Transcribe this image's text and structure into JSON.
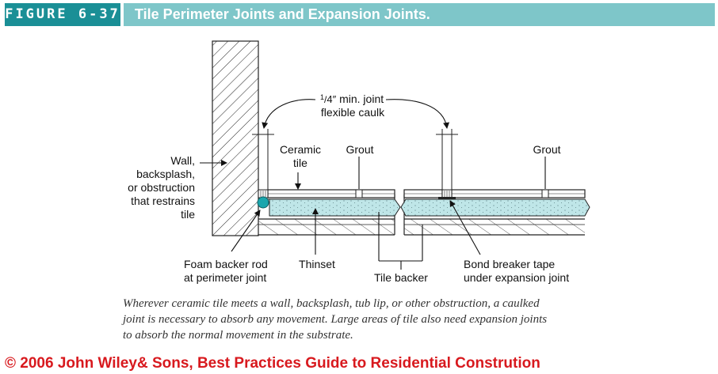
{
  "figure": {
    "number": "FIGURE 6-37",
    "title": "Tile Perimeter Joints and Expansion Joints."
  },
  "labels": {
    "joint_line1": "min. joint",
    "joint_frac_num": "1",
    "joint_frac_den": "4″",
    "joint_line2": "flexible caulk",
    "ceramic_line1": "Ceramic",
    "ceramic_line2": "tile",
    "grout_left": "Grout",
    "grout_right": "Grout",
    "wall_line1": "Wall,",
    "wall_line2": "backsplash,",
    "wall_line3": "or obstruction",
    "wall_line4": "that restrains",
    "wall_line5": "tile",
    "foam_line1": "Foam backer rod",
    "foam_line2": "at perimeter joint",
    "thinset": "Thinset",
    "tile_backer": "Tile backer",
    "bond_line1": "Bond breaker tape",
    "bond_line2": "under expansion joint"
  },
  "caption": {
    "line1": "Wherever ceramic tile meets a wall, backsplash, tub lip, or other obstruction, a caulked",
    "line2": "joint is necessary to absorb any movement. Large areas of tile also need expansion joints",
    "line3": "to absorb the normal movement in the substrate."
  },
  "credit": "© 2006 John Wiley& Sons, Best Practices Guide to Residential Constrution",
  "colors": {
    "figure_number_bg": "#1a8f96",
    "title_bg": "#7ec6c9",
    "thinset_fill": "#bfe6e8",
    "backer_rod": "#1ba6ad",
    "credit": "#d8191e"
  }
}
